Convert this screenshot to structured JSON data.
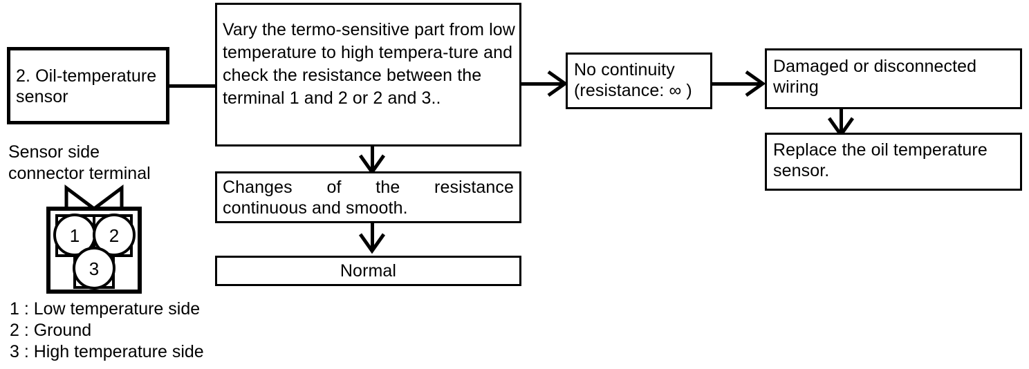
{
  "diagram": {
    "title_block": {
      "label": "2. Oil-temperature\n     sensor"
    },
    "sensor_note": {
      "label": "Sensor side\nconnector terminal"
    },
    "terminal_pins": [
      {
        "number": "1"
      },
      {
        "number": "2"
      },
      {
        "number": "3"
      }
    ],
    "legend": [
      "1 : Low temperature side",
      "2 : Ground",
      "3 : High temperature side"
    ],
    "boxes": {
      "instruction": "Vary the termo-sensitive part from low temperature to high tempera-ture and check the resistance between the terminal 1 and 2 or 2 and 3..",
      "no_continuity": "No continuity\n(resistance: ∞ )",
      "damaged_wiring": "Damaged or disconnected wiring",
      "replace_sensor": "Replace the oil temperature sensor.",
      "changes_resistance": "Changes of the resistance continuous and smooth.",
      "normal": "Normal"
    },
    "colors": {
      "line": "#000000",
      "background": "#ffffff"
    }
  }
}
